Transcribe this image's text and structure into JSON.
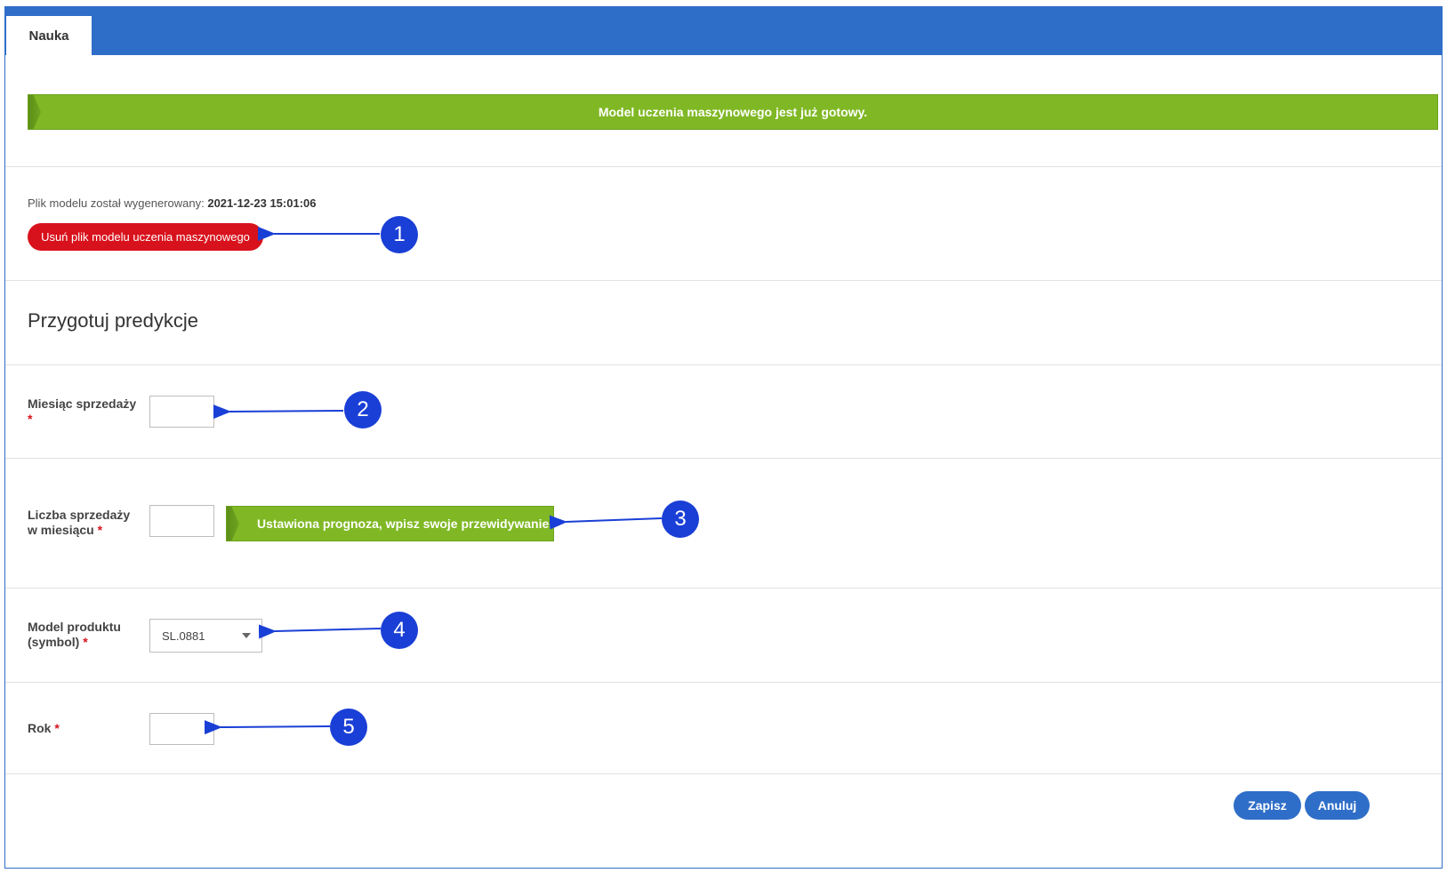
{
  "tabs": [
    {
      "label": "Nauka",
      "active": true
    }
  ],
  "status_banner": {
    "text": "Model uczenia maszynowego jest już gotowy."
  },
  "model_file": {
    "generated_label": "Plik modelu został wygenerowany:",
    "generated_at": "2021-12-23 15:01:06",
    "delete_button_label": "Usuń plik modelu uczenia maszynowego"
  },
  "prediction": {
    "title": "Przygotuj predykcje",
    "required_mark": "*",
    "fields": {
      "month": {
        "label": "Miesiąc sprzedaży",
        "value": ""
      },
      "sales_count": {
        "label_line1": "Liczba sprzedaży",
        "label_line2": "w miesiącu",
        "value": "",
        "message": "Ustawiona prognoza, wpisz swoje przewidywanie."
      },
      "product_model": {
        "label_line1": "Model produktu",
        "label_line2": "(symbol)",
        "selected": "SL.0881"
      },
      "year": {
        "label": "Rok",
        "value": ""
      }
    }
  },
  "actions": {
    "save_label": "Zapisz",
    "cancel_label": "Anuluj"
  },
  "callouts": [
    "1",
    "2",
    "3",
    "4",
    "5"
  ],
  "colors": {
    "primary": "#2f6ec8",
    "success": "#80b825",
    "danger": "#d8121c",
    "callout": "#1a3fd6"
  }
}
